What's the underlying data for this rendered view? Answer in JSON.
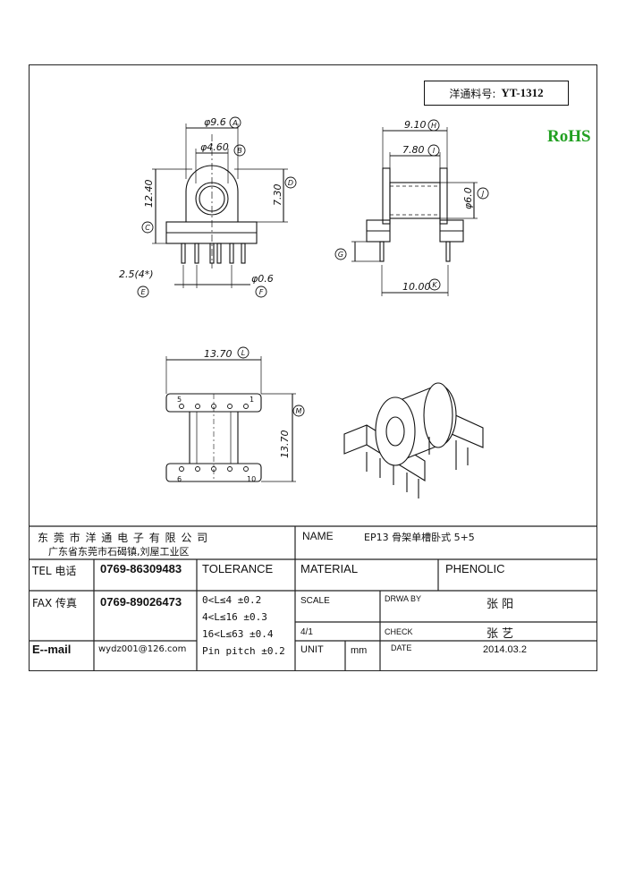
{
  "header": {
    "part_label": "洋通料号:",
    "part_number": "YT-1312",
    "rohs": "RoHS"
  },
  "drawing": {
    "front_view": {
      "A": "φ9.6",
      "B": "φ4.60",
      "C": "12.40",
      "D": "7.30",
      "E": "2.5(4*)",
      "F": "φ0.6",
      "tags": {
        "A": "A",
        "B": "B",
        "C": "C",
        "D": "D",
        "E": "E",
        "F": "F"
      }
    },
    "side_view": {
      "H": "9.10",
      "I": "7.80",
      "J": "φ6.0",
      "K": "10.00",
      "tags": {
        "H": "H",
        "I": "I",
        "J": "J",
        "G": "G",
        "K": "K"
      }
    },
    "bottom_view": {
      "L": "13.70",
      "M": "13.70",
      "pins": {
        "p5": "5",
        "p1": "1",
        "p6": "6",
        "p10": "10"
      },
      "tags": {
        "L": "L",
        "M": "M"
      }
    }
  },
  "title_block": {
    "company": "东 莞 市 洋 通 电 子 有 限 公 司",
    "address": "广东省东莞市石碣镇,刘屋工业区",
    "name_label": "NAME",
    "name_value": "EP13 骨架单槽卧式 5+5",
    "tel_label": "TEL 电话",
    "tel_value": "0769-86309483",
    "tolerance_label": "TOLERANCE",
    "material_label": "MATERIAL",
    "material_value": "PHENOLIC",
    "fax_label": "FAX 传真",
    "fax_value": "0769-89026473",
    "tol_1": "0<L≤4   ±0.2",
    "tol_2": "4<L≤16  ±0.3",
    "tol_3": "16<L≤63  ±0.4",
    "tol_4": "Pin pitch  ±0.2",
    "scale_label": "SCALE",
    "scale_value": "4/1",
    "drawn_label": "DRWA BY",
    "drawn_value": "张 阳",
    "check_label": "CHECK",
    "check_value": "张 艺",
    "email_label": "E--mail",
    "email_value": "wydz001@126.com",
    "unit_label": "UNIT",
    "unit_value": "mm",
    "date_label": "DATE",
    "date_value": "2014.03.2"
  }
}
